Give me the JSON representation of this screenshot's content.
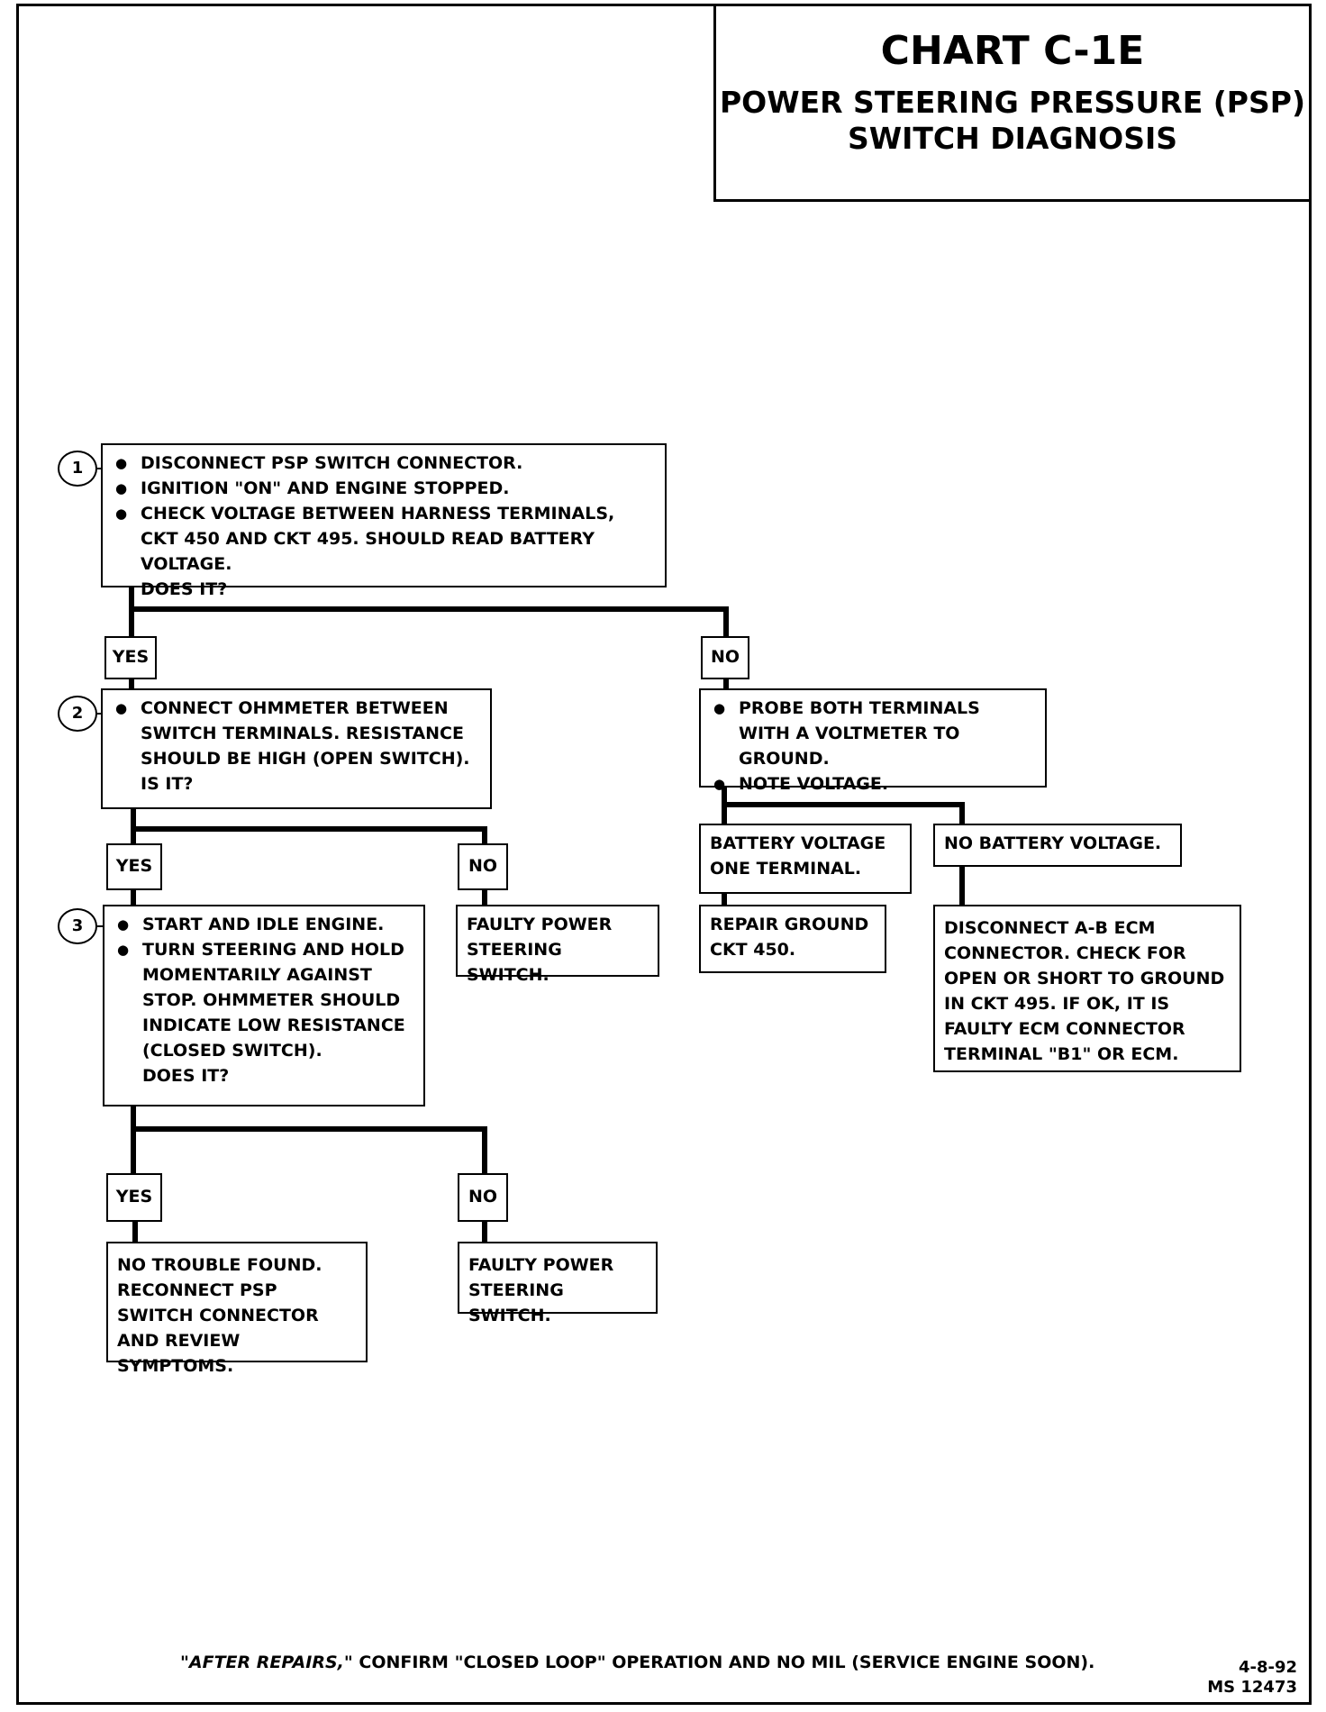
{
  "title": {
    "chart": "CHART C-1E",
    "line1": "POWER STEERING PRESSURE (PSP)",
    "line2": "SWITCH DIAGNOSIS"
  },
  "steps": {
    "s1": {
      "num": "1",
      "bullets": [
        "DISCONNECT PSP SWITCH CONNECTOR.",
        "IGNITION \"ON\" AND ENGINE STOPPED.",
        "CHECK VOLTAGE BETWEEN HARNESS TERMINALS, CKT 450 AND CKT 495.  SHOULD READ BATTERY VOLTAGE."
      ],
      "question": "DOES IT?"
    },
    "s2": {
      "num": "2",
      "bullets": [
        "CONNECT OHMMETER BETWEEN SWITCH TERMINALS.  RESISTANCE SHOULD BE HIGH (OPEN SWITCH)."
      ],
      "question": "IS IT?"
    },
    "s3": {
      "num": "3",
      "bullets": [
        "START AND IDLE ENGINE.",
        "TURN STEERING AND HOLD MOMENTARILY AGAINST STOP.  OHMMETER SHOULD INDICATE LOW RESISTANCE (CLOSED SWITCH)."
      ],
      "question": "DOES IT?"
    }
  },
  "branches": {
    "yes": "YES",
    "no": "NO"
  },
  "probe": {
    "bullets": [
      "PROBE BOTH TERMINALS WITH A VOLTMETER TO GROUND.",
      "NOTE VOLTAGE."
    ]
  },
  "battery_one": "BATTERY VOLTAGE ONE TERMINAL.",
  "no_battery": "NO BATTERY VOLTAGE.",
  "repair_ground": "REPAIR GROUND CKT 450.",
  "disconnect_ecm": "DISCONNECT A-B ECM CONNECTOR.  CHECK FOR OPEN OR SHORT TO GROUND IN CKT 495.  IF OK, IT IS FAULTY ECM CONNECTOR TERMINAL \"B1\" OR ECM.",
  "faulty_switch_1": "FAULTY POWER STEERING SWITCH.",
  "faulty_switch_2": "FAULTY POWER STEERING SWITCH.",
  "no_trouble": "NO TROUBLE FOUND. RECONNECT PSP SWITCH CONNECTOR AND REVIEW SYMPTOMS.",
  "footer": {
    "italic": "\"AFTER REPAIRS,\"",
    "text": " CONFIRM \"CLOSED LOOP\" OPERATION AND NO MIL (SERVICE ENGINE SOON).",
    "date": "4-8-92",
    "code": "MS 12473"
  }
}
